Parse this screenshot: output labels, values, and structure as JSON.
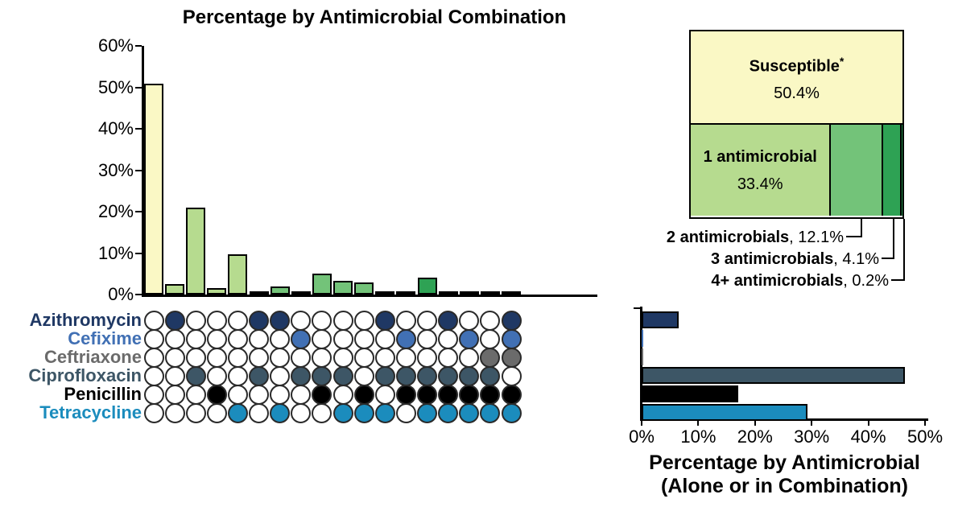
{
  "chart_data": [
    {
      "id": "combination-chart",
      "type": "bar",
      "title": "Percentage by Antimicrobial Combination",
      "ylim": [
        0,
        60
      ],
      "grid": false,
      "y_ticks": [
        "60%",
        "50%",
        "40%",
        "30%",
        "20%",
        "10%",
        "0%"
      ],
      "categories": [
        "Susceptible (no antimicrobials)",
        "Azithromycin",
        "Ciprofloxacin",
        "Penicillin",
        "Tetracycline",
        "Azithromycin+Ciprofloxacin",
        "Azithromycin+Tetracycline",
        "Cefixime+Ciprofloxacin",
        "Ciprofloxacin+Penicillin",
        "Ciprofloxacin+Tetracycline",
        "Penicillin+Tetracycline",
        "Azithromycin+Ciprofloxacin+Tetracycline",
        "Cefixime+Ciprofloxacin+Penicillin",
        "Ciprofloxacin+Penicillin+Tetracycline",
        "Azithromycin+Ciprofloxacin+Penicillin+Tetracycline",
        "Cefixime+Ciprofloxacin+Penicillin+Tetracycline",
        "Ceftriaxone+Ciprofloxacin+Penicillin+Tetracycline",
        "Azithromycin+Cefixime+Ceftriaxone+Penicillin+Tetracycline"
      ],
      "values": [
        50.4,
        2.1,
        20.6,
        1.1,
        9.4,
        0.3,
        1.6,
        0.1,
        4.6,
        2.9,
        2.6,
        0.4,
        0.1,
        3.6,
        0.1,
        0.1,
        0.1,
        0.1
      ],
      "bar_color_categories": [
        "susceptible",
        "1",
        "1",
        "1",
        "1",
        "2",
        "2",
        "2",
        "2",
        "2",
        "2",
        "3",
        "3",
        "3",
        "4+",
        "4+",
        "4+",
        "4+"
      ],
      "category_colors": {
        "susceptible": "#FAF8C5",
        "1": "#B6DB8F",
        "2": "#73C379",
        "3": "#2EA254",
        "4+": "#1F8F49"
      },
      "dot_matrix": {
        "n_columns": 18,
        "drugs": [
          {
            "name": "Azithromycin",
            "color": "#1F3864",
            "member_columns": [
              2,
              6,
              7,
              12,
              15,
              18
            ]
          },
          {
            "name": "Cefixime",
            "color": "#4170B4",
            "member_columns": [
              8,
              13,
              16,
              18
            ]
          },
          {
            "name": "Ceftriaxone",
            "color": "#6B6B6B",
            "member_columns": [
              17,
              18
            ]
          },
          {
            "name": "Ciprofloxacin",
            "color": "#3D5666",
            "member_columns": [
              3,
              6,
              8,
              9,
              10,
              12,
              13,
              14,
              15,
              16,
              17
            ]
          },
          {
            "name": "Penicillin",
            "color": "#000000",
            "member_columns": [
              4,
              9,
              11,
              13,
              14,
              15,
              16,
              17,
              18
            ]
          },
          {
            "name": "Tetracycline",
            "color": "#1B8CBD",
            "member_columns": [
              5,
              7,
              10,
              11,
              12,
              14,
              15,
              16,
              17,
              18
            ]
          }
        ]
      }
    },
    {
      "id": "profile-mosaic",
      "type": "mosaic",
      "top": {
        "label": "Susceptible",
        "asterisk": "*",
        "value": "50.4%",
        "pct": 50.4,
        "color": "#FAF8C5"
      },
      "bottom_segments": [
        {
          "label": "1 antimicrobial",
          "value": "33.4%",
          "pct": 33.4,
          "color": "#B6DB8F"
        },
        {
          "label": "2 antimicrobials",
          "value": "12.1%",
          "pct": 12.1,
          "color": "#73C379"
        },
        {
          "label": "3 antimicrobials",
          "value": "4.1%",
          "pct": 4.1,
          "color": "#2EA254"
        },
        {
          "label": "4+ antimicrobials",
          "value": "0.2%",
          "pct": 0.2,
          "color": "#1F8F49"
        }
      ],
      "callouts": [
        {
          "label": "2 antimicrobials",
          "suffix": ", 12.1%"
        },
        {
          "label": "3 antimicrobials",
          "suffix": ", 4.1%"
        },
        {
          "label": "4+ antimicrobials",
          "suffix": ", 0.2%"
        }
      ]
    },
    {
      "id": "by-antimicrobial-chart",
      "type": "bar",
      "orientation": "horizontal",
      "title": "Percentage by Antimicrobial (Alone or in Combination)",
      "title_line1": "Percentage by Antimicrobial",
      "title_line2": "(Alone or in Combination)",
      "xlim": [
        0,
        50
      ],
      "grid": false,
      "x_ticks": [
        "0%",
        "10%",
        "20%",
        "30%",
        "40%",
        "50%"
      ],
      "categories": [
        "Azithromycin",
        "Cefixime",
        "Ceftriaxone",
        "Ciprofloxacin",
        "Penicillin",
        "Tetracycline"
      ],
      "values": [
        6.5,
        0.3,
        0.2,
        46.5,
        17.0,
        29.3
      ],
      "colors": [
        "#1F3864",
        "#4170B4",
        "#6B6B6B",
        "#3D5666",
        "#000000",
        "#1B8CBD"
      ]
    }
  ]
}
